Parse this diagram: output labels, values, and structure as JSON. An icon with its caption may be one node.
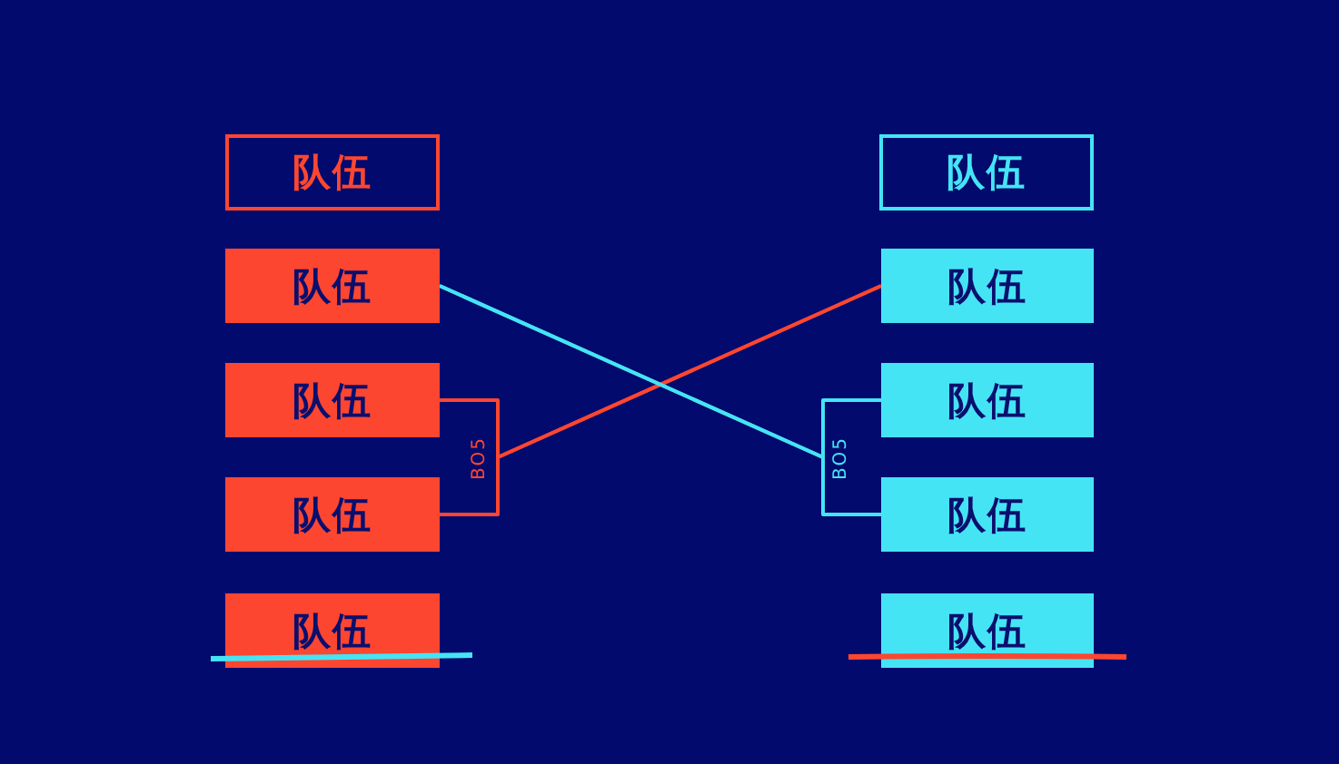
{
  "diagram": {
    "nodes": [
      {
        "text": [
          "队伍"
        ]
      },
      {
        "text": [
          "队伍"
        ]
      },
      {
        "text": [
          "队伍"
        ]
      },
      {
        "text": [
          "队伍"
        ]
      },
      {
        "text": [
          "队伍"
        ]
      },
      {
        "text": [
          "队伍"
        ]
      },
      {
        "text": [
          "队伍"
        ]
      },
      {
        "text": [
          "队伍"
        ]
      },
      {
        "text": [
          "队伍"
        ]
      },
      {
        "text": [
          "队伍"
        ]
      }
    ],
    "edges": [
      {
        "from": 2,
        "to": 6,
        "arrow": "none",
        "label": "BO5",
        "color": "#fd4630"
      },
      {
        "from": 3,
        "to": 6,
        "arrow": "none",
        "color": "#fd4630"
      },
      {
        "from": 1,
        "to": 7,
        "arrow": "none",
        "label": "BO5",
        "color": "#45e4f4"
      },
      {
        "from": 1,
        "to": 8,
        "arrow": "none",
        "color": "#45e4f4"
      }
    ]
  }
}
